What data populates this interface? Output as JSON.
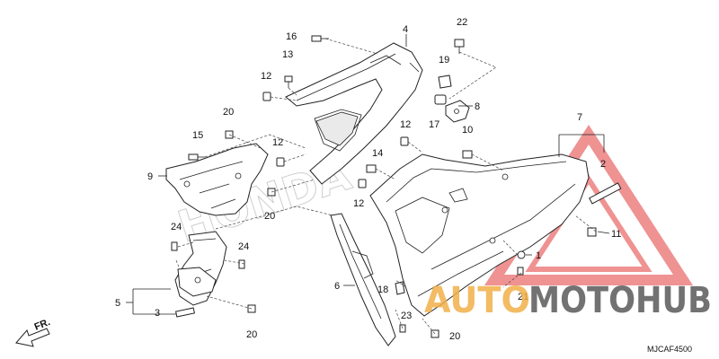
{
  "diagram": {
    "labels": [
      {
        "id": "1",
        "text": "1"
      },
      {
        "id": "2",
        "text": "2"
      },
      {
        "id": "3",
        "text": "3"
      },
      {
        "id": "4",
        "text": "4"
      },
      {
        "id": "5",
        "text": "5"
      },
      {
        "id": "6",
        "text": "6"
      },
      {
        "id": "7",
        "text": "7"
      },
      {
        "id": "8",
        "text": "8"
      },
      {
        "id": "9",
        "text": "9"
      },
      {
        "id": "10",
        "text": "10"
      },
      {
        "id": "11",
        "text": "11"
      },
      {
        "id": "12a",
        "text": "12"
      },
      {
        "id": "12b",
        "text": "12"
      },
      {
        "id": "12c",
        "text": "12"
      },
      {
        "id": "12d",
        "text": "12"
      },
      {
        "id": "13",
        "text": "13"
      },
      {
        "id": "14",
        "text": "14"
      },
      {
        "id": "15",
        "text": "15"
      },
      {
        "id": "16",
        "text": "16"
      },
      {
        "id": "17",
        "text": "17"
      },
      {
        "id": "18",
        "text": "18"
      },
      {
        "id": "19",
        "text": "19"
      },
      {
        "id": "20a",
        "text": "20"
      },
      {
        "id": "20b",
        "text": "20"
      },
      {
        "id": "20c",
        "text": "20"
      },
      {
        "id": "20d",
        "text": "20"
      },
      {
        "id": "21",
        "text": "21"
      },
      {
        "id": "22",
        "text": "22"
      },
      {
        "id": "23",
        "text": "23"
      },
      {
        "id": "24a",
        "text": "24"
      },
      {
        "id": "24b",
        "text": "24"
      }
    ],
    "front_arrow": "FR.",
    "diagram_code": "MJCAF4500",
    "watermark_background": "HONDA"
  },
  "watermark": {
    "brand_left": "AUTO",
    "brand_right": "MOTOHUB",
    "color_left": "#f2b04a",
    "color_right": "#5a5a5a",
    "triangle_color": "#e23a3a"
  }
}
